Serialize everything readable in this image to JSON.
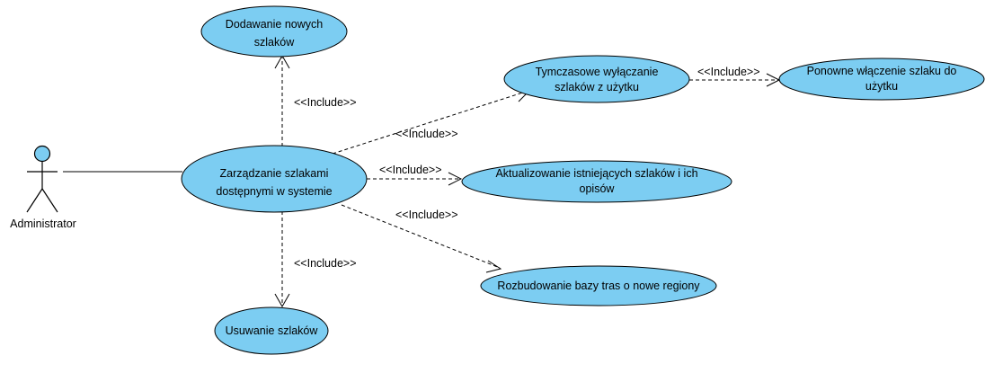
{
  "actor": {
    "name": "Administrator",
    "color": "#7ccdf2"
  },
  "use_cases": {
    "main": [
      "Zarządzanie szlakami",
      "dostępnymi w systemie"
    ],
    "add": [
      "Dodawanie nowych",
      "szlaków"
    ],
    "remove": [
      "Usuwanie szlaków"
    ],
    "temp_disable": [
      "Tymczasowe wyłączanie",
      "szlaków z użytku"
    ],
    "reenable": [
      "Ponowne włączenie szlaku do",
      "użytku"
    ],
    "update": [
      "Aktualizowanie istniejących szlaków i ich",
      "opisów"
    ],
    "expand": [
      "Rozbudowanie bazy tras o nowe regiony"
    ]
  },
  "relations": {
    "include_label": "<<Include>>",
    "items": [
      {
        "from": "main",
        "to": "add",
        "label": "<<Include>>"
      },
      {
        "from": "main",
        "to": "remove",
        "label": "<<Include>>"
      },
      {
        "from": "main",
        "to": "temp_disable",
        "label": "<<Include>>"
      },
      {
        "from": "main",
        "to": "update",
        "label": "<<Include>>"
      },
      {
        "from": "main",
        "to": "expand",
        "label": "<<Include>>"
      },
      {
        "from": "temp_disable",
        "to": "reenable",
        "label": "<<Include>>"
      }
    ]
  },
  "colors": {
    "use_case_fill": "#7ccdf2",
    "stroke": "#000000",
    "background": "#ffffff"
  }
}
